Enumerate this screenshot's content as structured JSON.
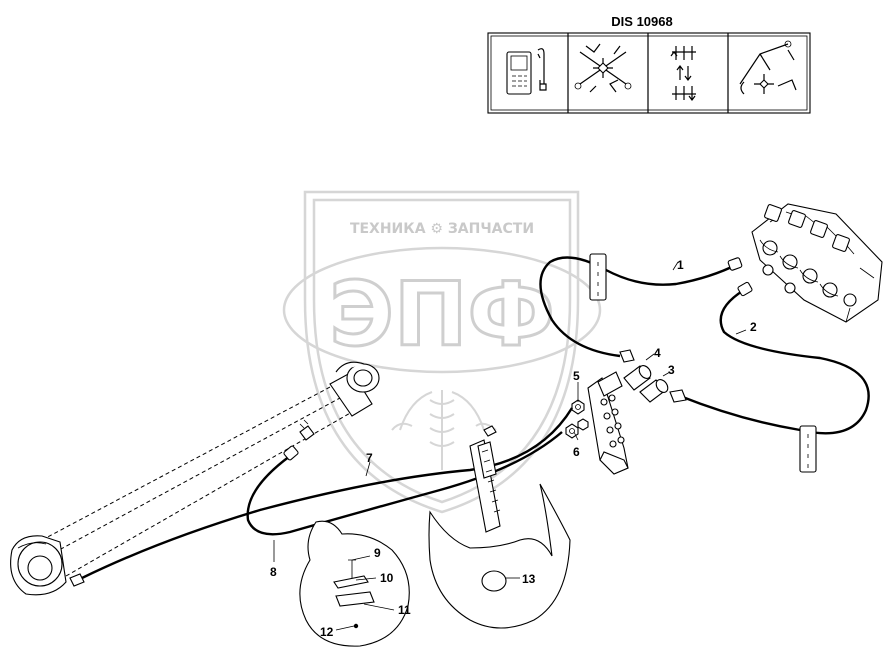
{
  "header": {
    "title": "DIS 10968"
  },
  "icon_panel": {
    "icons": [
      "control-panel-icon",
      "crossed-tools-icon",
      "hydraulic-arrows-icon",
      "excavator-arm-icon"
    ]
  },
  "watermark": {
    "text": "ТЕХНИКА ⚙ ЗАПЧАСТИ",
    "letters": "ЭПФ"
  },
  "callouts": [
    {
      "label": "1"
    },
    {
      "label": "2"
    },
    {
      "label": "3"
    },
    {
      "label": "4"
    },
    {
      "label": "5"
    },
    {
      "label": "6"
    },
    {
      "label": "7"
    },
    {
      "label": "8"
    },
    {
      "label": "9"
    },
    {
      "label": "10"
    },
    {
      "label": "11"
    },
    {
      "label": "12"
    },
    {
      "label": "13"
    }
  ],
  "colors": {
    "line": "#000000",
    "watermark": "#d0d0d0",
    "background": "#ffffff"
  }
}
